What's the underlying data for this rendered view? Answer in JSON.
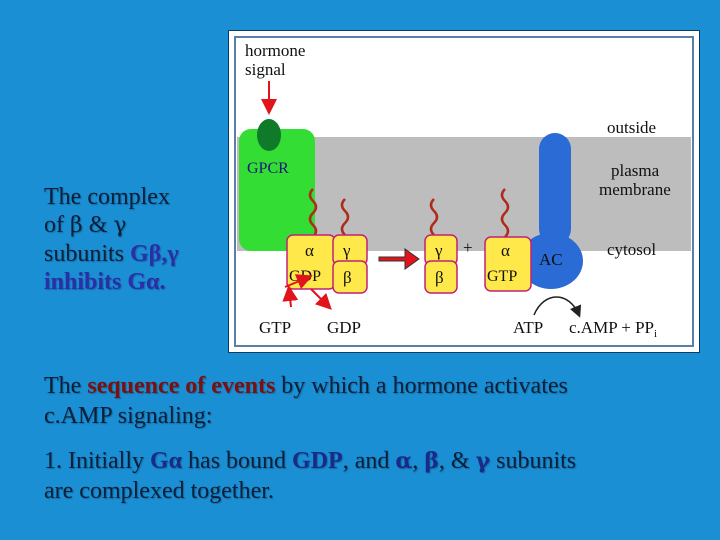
{
  "left_caption": {
    "line1": "The complex",
    "line2a": "of ",
    "beta": "β",
    "amp": " & ",
    "gamma": "γ",
    "line3a": "subunits ",
    "gbg": "Gβ,γ",
    "line4": "inhibits Gα."
  },
  "diagram": {
    "hormone_signal_line1": "hormone",
    "hormone_signal_line2": "signal",
    "outside": "outside",
    "plasma_membrane_line1": "plasma",
    "plasma_membrane_line2": "membrane",
    "cytosol": "cytosol",
    "gpcr": "GPCR",
    "alpha": "α",
    "gamma": "γ",
    "beta": "β",
    "gdp": "GDP",
    "gtp": "GTP",
    "plus": "+",
    "ac": "AC",
    "gtp_bottom": "GTP",
    "gdp_bottom": "GDP",
    "atp": "ATP",
    "camp_ppi": "c.AMP + PP",
    "ppi_sub": "i",
    "colors": {
      "membrane": "#bdbdbd",
      "gpcr": "#33dd33",
      "gpcr_head": "#0f7a2a",
      "ac": "#2a6bd6",
      "protein": "#ffe94a",
      "protein_border": "#c0207a",
      "arrow": "#e0141a"
    }
  },
  "bottom": {
    "p1_a": "The ",
    "p1_red": "sequence of events",
    "p1_b": " by which a hormone activates",
    "p1_c": "c.AMP signaling:",
    "p2_a": "1. Initially ",
    "p2_ga": "Gα",
    "p2_b": " has bound ",
    "p2_gdp": "GDP",
    "p2_c": ", and ",
    "p2_alpha": "α",
    "p2_sep1": ", ",
    "p2_beta": "β",
    "p2_sep2": ", & ",
    "p2_gamma": "γ",
    "p2_d": " subunits",
    "p2_e": "are complexed together."
  }
}
